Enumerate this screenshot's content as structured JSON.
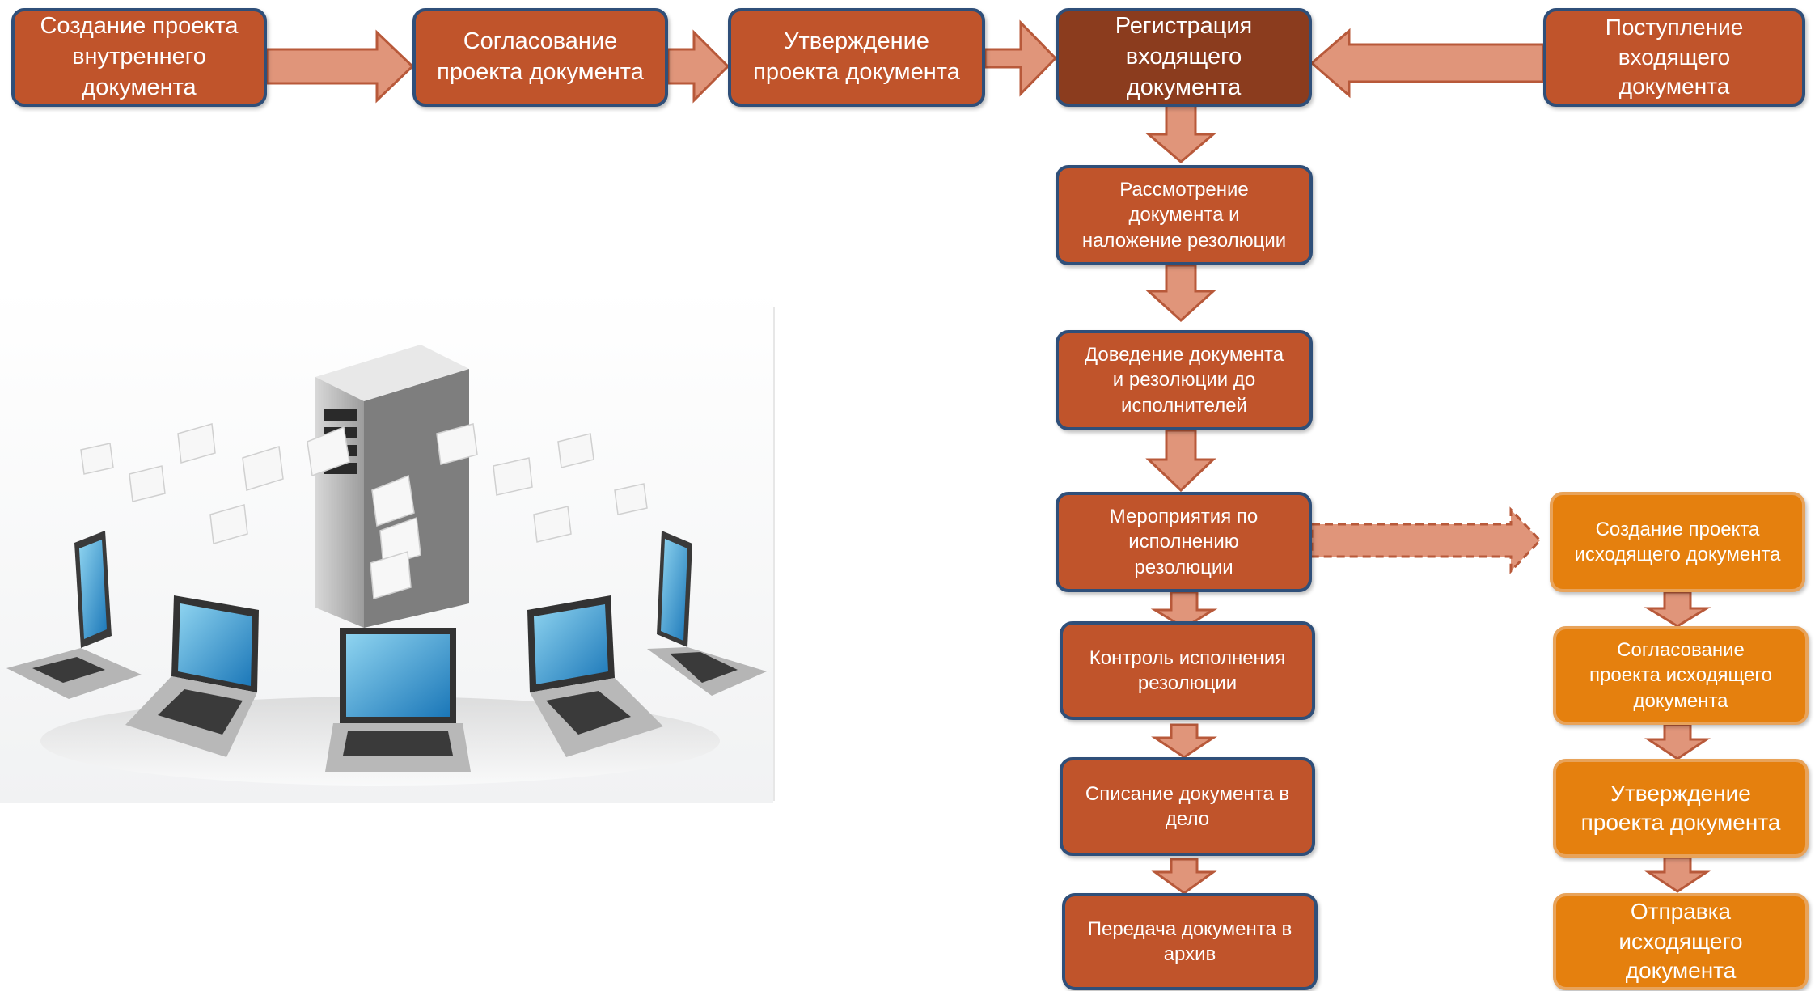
{
  "colors": {
    "box_fill": "#c0542b",
    "box_fill_dark": "#8b3c1e",
    "box_fill_orange": "#e5800e",
    "box_border": "#2f4f79",
    "arrow_fill": "#e0957a",
    "arrow_stroke": "#b8593a"
  },
  "boxes": {
    "create_internal": "Создание  проекта\nвнутреннего\nдокумента",
    "approve_draft": "Согласование\nпроекта документа",
    "confirm_draft": "Утверждение\nпроекта документа",
    "register_incoming": "Регистрация\nвходящего\nдокумента",
    "receive_incoming": "Поступление\nвходящего\nдокумента",
    "review_resolution": "Рассмотрение\nдокумента и\nналожение резолюции",
    "deliver_to_executors": "Доведение  документа\nи резолюции до\nисполнителей",
    "execution_measures": "Мероприятия по\nисполнению\nрезолюции",
    "execution_control": "Контроль исполнения\nрезолюции",
    "file_to_case": "Списание документа в\nдело",
    "transfer_archive": "Передача документа в\nархив",
    "create_outgoing": "Создание проекта\nисходящего документа",
    "approve_outgoing": "Согласование\nпроекта исходящего\nдокумента",
    "confirm_outgoing": "Утверждение\nпроекта документа",
    "send_outgoing": "Отправка\nисходящего\nдокумента"
  },
  "illustration": {
    "subject": "server-with-documents-and-laptops"
  }
}
